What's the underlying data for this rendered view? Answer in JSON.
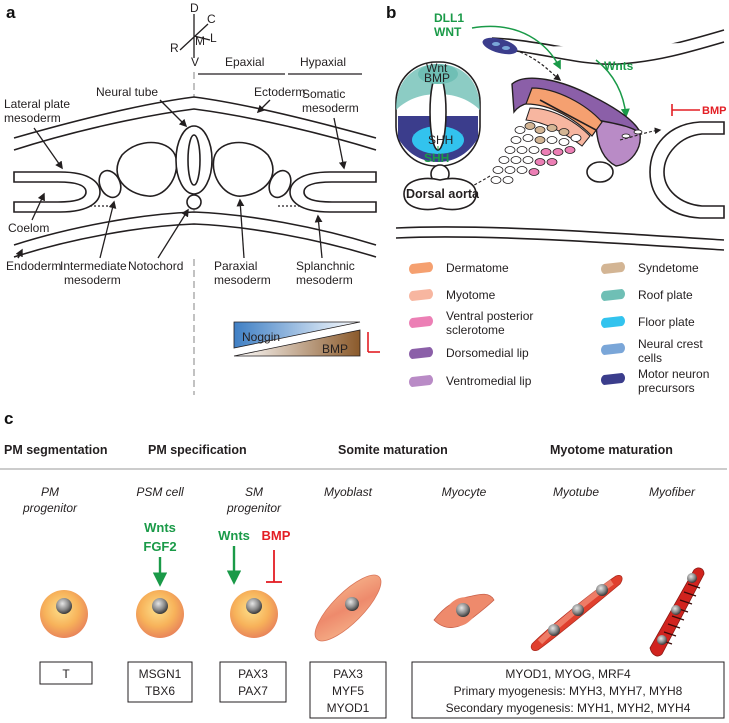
{
  "panels": {
    "a": "a",
    "b": "b",
    "c": "c"
  },
  "panel_a": {
    "axis": {
      "D": "D",
      "V": "V",
      "C": "C",
      "R": "R",
      "L": "L",
      "M": "M"
    },
    "epaxial": "Epaxial",
    "hypaxial": "Hypaxial",
    "labels": {
      "neural_tube": "Neural tube",
      "ectoderm": "Ectoderm",
      "lateral_plate_1": "Lateral plate",
      "lateral_plate_2": "mesoderm",
      "somatic_1": "Somatic",
      "somatic_2": "mesoderm",
      "coelom": "Coelom",
      "notochord": "Notochord",
      "endoderm": "Endoderm",
      "intermediate_1": "Intermediate",
      "intermediate_2": "mesoderm",
      "paraxial_1": "Paraxial",
      "paraxial_2": "mesoderm",
      "splanchnic_1": "Splanchnic",
      "splanchnic_2": "mesoderm"
    },
    "noggin": "Noggin",
    "bmp": "BMP"
  },
  "panel_b": {
    "dll1": "DLL1",
    "wnt": "WNT",
    "wnt_bmp_1": "Wnt",
    "wnt_bmp_2": "BMP",
    "wnts": "Wnts",
    "bmp": "BMP",
    "shh_inner": "SHH",
    "shh": "SHH",
    "dorsal_aorta": "Dorsal aorta",
    "legend": [
      {
        "label": "Dermatome",
        "color": "#f5a070"
      },
      {
        "label": "Syndetome",
        "color": "#d3b594"
      },
      {
        "label": "Myotome",
        "color": "#f7b6a0"
      },
      {
        "label": "Roof plate",
        "color": "#6fbfb5"
      },
      {
        "label": "Ventral posterior",
        "label2": "sclerotome",
        "color": "#ec7fb5"
      },
      {
        "label": "Floor plate",
        "color": "#32c3ee"
      },
      {
        "label": "Dorsomedial lip",
        "color": "#8b5fa8"
      },
      {
        "label": "Neural crest",
        "label2": "cells",
        "color": "#7aa6d8"
      },
      {
        "label": "Ventromedial lip",
        "color": "#b98bc6"
      },
      {
        "label": "Motor neuron",
        "label2": "precursors",
        "color": "#3b3d8c"
      }
    ]
  },
  "panel_c": {
    "stages": [
      {
        "label": "PM segmentation"
      },
      {
        "label": "PM specification"
      },
      {
        "label": "Somite maturation"
      },
      {
        "label": "Myotome maturation"
      }
    ],
    "cells": [
      {
        "line1": "PM",
        "line2": "progenitor"
      },
      {
        "line1": "PSM cell",
        "line2": ""
      },
      {
        "line1": "SM",
        "line2": "progenitor"
      },
      {
        "line1": "Myoblast",
        "line2": ""
      },
      {
        "line1": "Myocyte",
        "line2": ""
      },
      {
        "line1": "Myotube",
        "line2": ""
      },
      {
        "line1": "Myofiber",
        "line2": ""
      }
    ],
    "signals": {
      "wnts1": "Wnts",
      "fgf2": "FGF2",
      "wnts2": "Wnts",
      "bmp": "BMP"
    },
    "markers": {
      "t": "T",
      "psm": [
        "MSGN1",
        "TBX6"
      ],
      "sm": [
        "PAX3",
        "PAX7"
      ],
      "myoblast": [
        "PAX3",
        "MYF5",
        "MYOD1"
      ],
      "myo": [
        "MYOD1, MYOG, MRF4",
        "Primary myogenesis: MYH3, MYH7, MYH8",
        "Secondary myogenesis: MYH1, MYH2, MYH4"
      ]
    }
  }
}
